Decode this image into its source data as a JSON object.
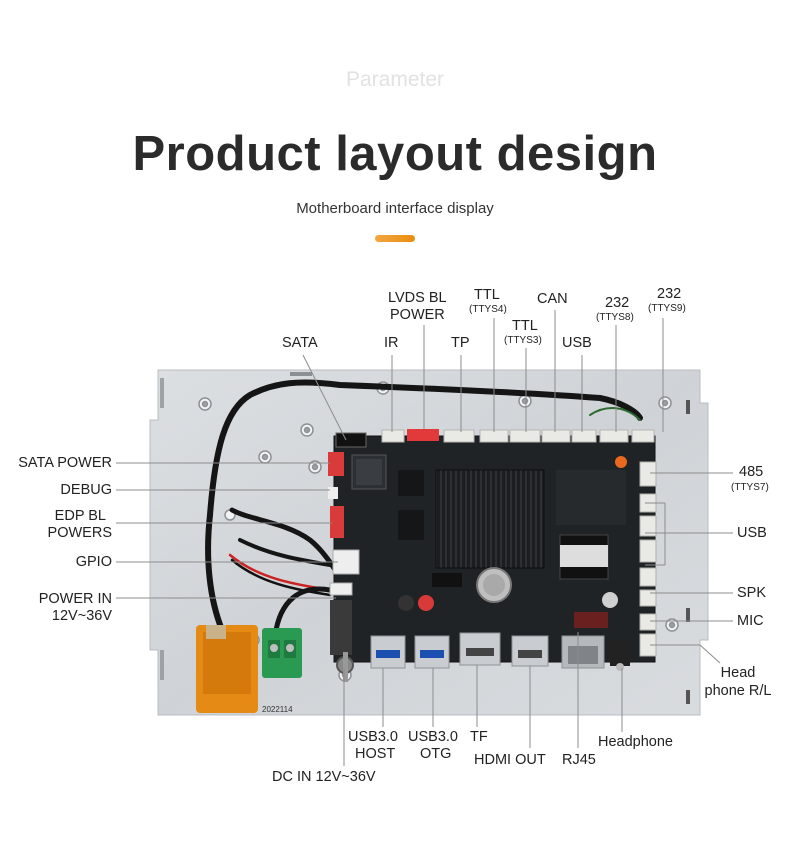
{
  "header": {
    "faint_title": "Parameter",
    "title": "Product layout design",
    "subtitle": "Motherboard interface display"
  },
  "board": {
    "date_code": "2022114"
  },
  "labels": {
    "sata": "SATA",
    "ir": "IR",
    "lvds_bl": "LVDS BL",
    "power": "POWER",
    "tp": "TP",
    "ttl_a": "TTL",
    "ttys4": "(TTYS4)",
    "ttl_b": "TTL",
    "ttys3": "(TTYS3)",
    "can": "CAN",
    "usb_top": "USB",
    "r232_a": "232",
    "ttys8": "(TTYS8)",
    "r232_b": "232",
    "ttys9": "(TTYS9)",
    "sata_power": "SATA POWER",
    "debug": "DEBUG",
    "edp_bl": "EDP BL",
    "powers": "POWERS",
    "gpio": "GPIO",
    "power_in": "POWER IN",
    "v12_36_left": "12V~36V",
    "r485": "485",
    "ttys7": "(TTYS7)",
    "usb_right": "USB",
    "spk": "SPK",
    "mic": "MIC",
    "head": "Head",
    "phone_rl": "phone R/L",
    "usb30_a": "USB3.0",
    "host": "HOST",
    "usb30_b": "USB3.0",
    "otg": "OTG",
    "tf": "TF",
    "hdmi_out": "HDMI OUT",
    "rj45": "RJ45",
    "headphone": "Headphone",
    "dc_in": "DC IN 12V~36V"
  }
}
